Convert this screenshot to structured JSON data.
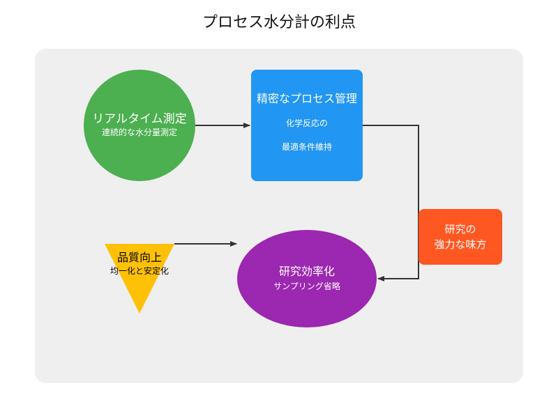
{
  "title": "プロセス水分計の利点",
  "nodes": {
    "realtime": {
      "title": "リアルタイム測定",
      "subtitle": "連続的な水分量測定",
      "color": "#4caf50"
    },
    "precise": {
      "title": "精密なプロセス管理",
      "subtitle_line1": "化学反応の",
      "subtitle_line2": "最適条件維持",
      "color": "#2196f3"
    },
    "research": {
      "line1": "研究の",
      "line2": "強力な味方",
      "color": "#ff5722"
    },
    "efficiency": {
      "title": "研究効率化",
      "subtitle": "サンプリング省略",
      "color": "#9c27b0"
    },
    "quality": {
      "title": "品質向上",
      "subtitle": "均一化と安定化",
      "color": "#ffc107"
    }
  },
  "colors": {
    "panel": "#efefef",
    "connector": "#333333"
  }
}
